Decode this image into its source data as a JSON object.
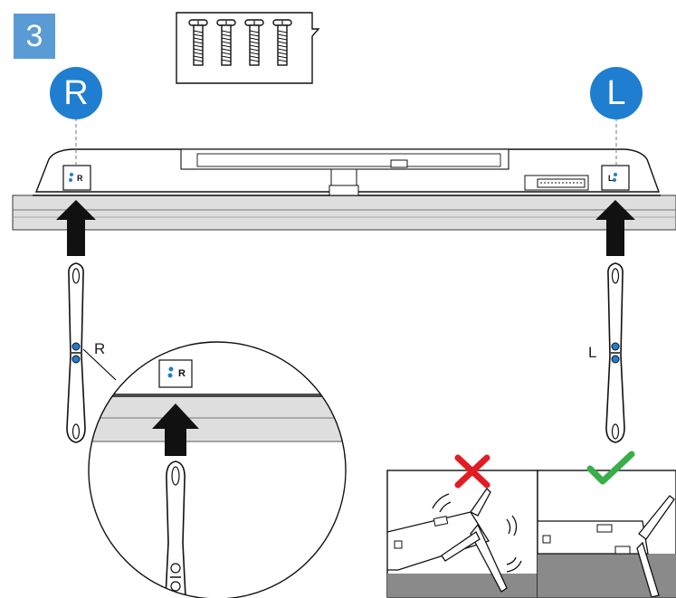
{
  "step": {
    "number": "3"
  },
  "badges": {
    "right": "R",
    "left": "L"
  },
  "stand_labels": {
    "right": "R",
    "left": "L"
  },
  "connector_marks": {
    "right": "R",
    "left": "L",
    "zoom": "R"
  },
  "hardware": {
    "screw_count": 4
  },
  "colors": {
    "badge": "#1f7ecf",
    "step": "#5a9bd5",
    "wrong": "#e31b23",
    "correct": "#3aae49",
    "dot": "#1f7ecf"
  },
  "icons": {
    "wrong": "cross-icon",
    "correct": "check-icon"
  }
}
